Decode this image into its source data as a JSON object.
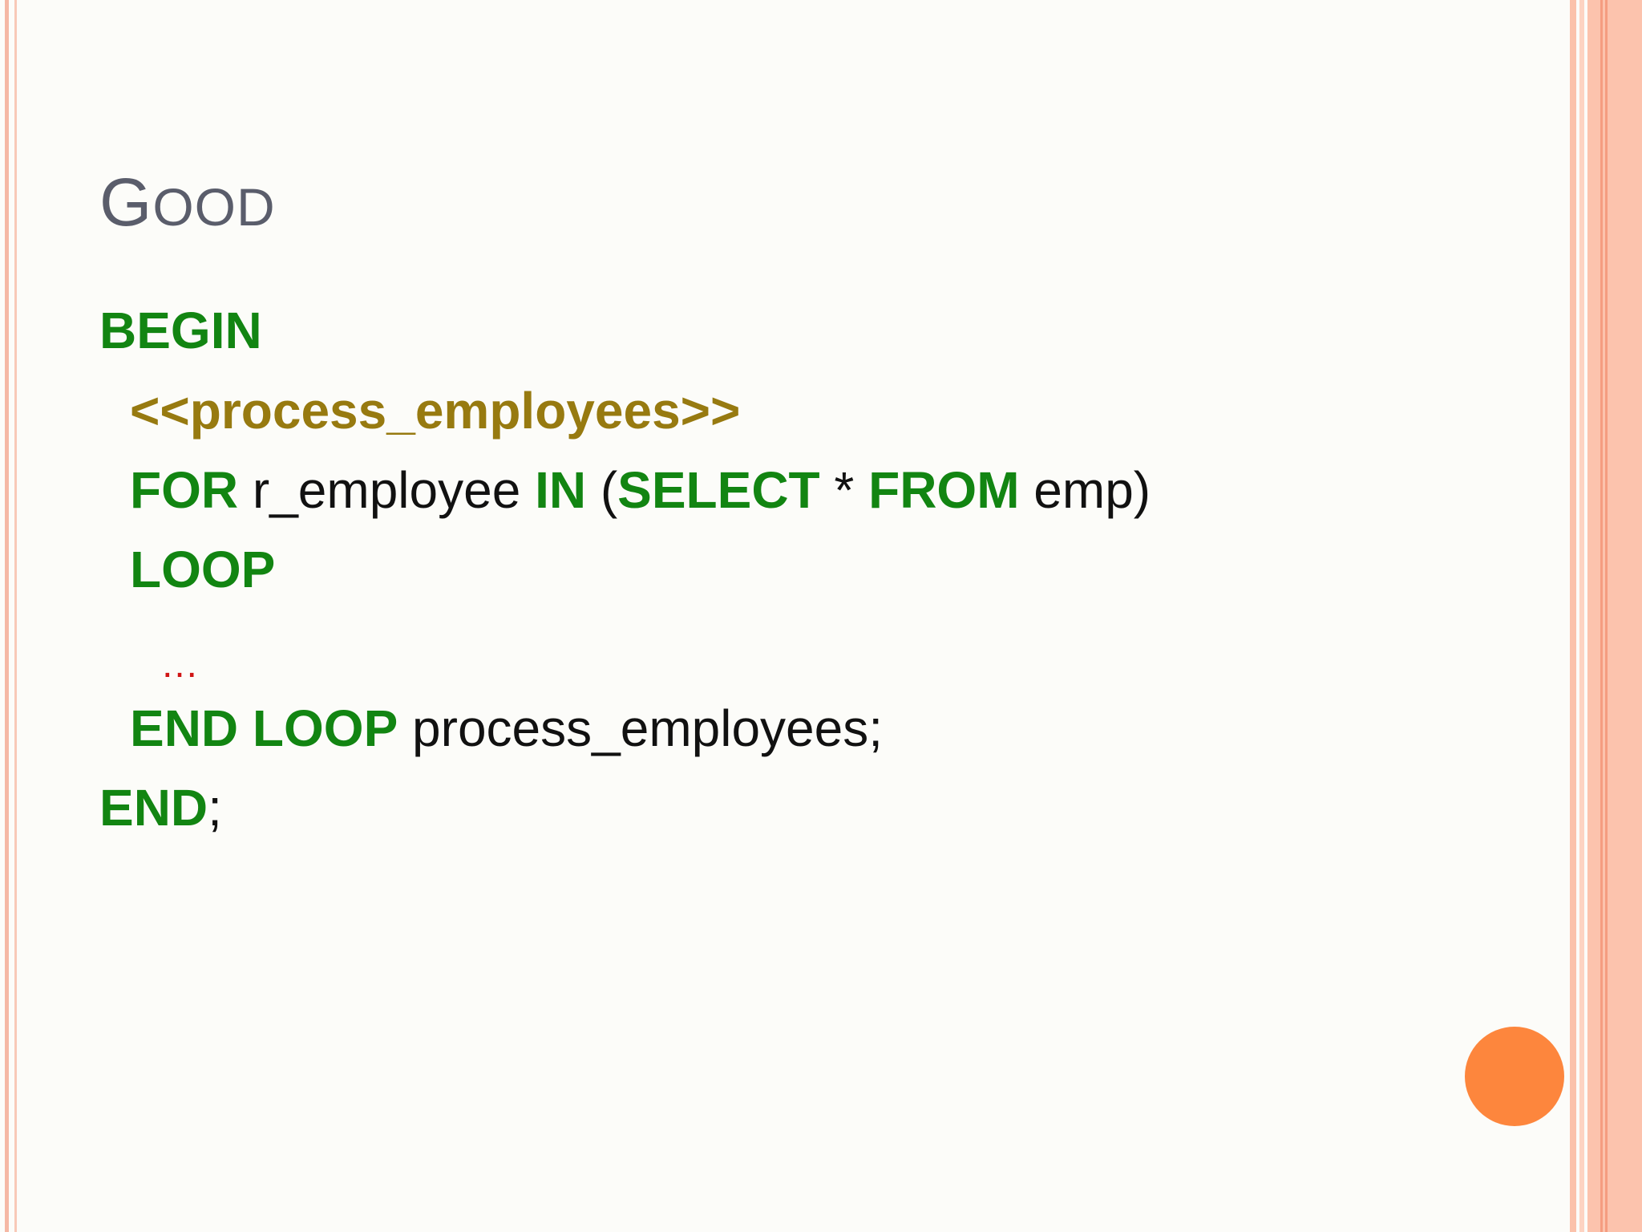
{
  "slide": {
    "title_first": "G",
    "title_rest": "OOD",
    "code": {
      "line1": {
        "kw": "BEGIN"
      },
      "line2": {
        "label": "<<process_employees>>"
      },
      "line3": {
        "kw_for": "FOR",
        "var": " r_employee ",
        "kw_in": "IN",
        "paren_open": " (",
        "kw_select": "SELECT",
        "star": " * ",
        "kw_from": "FROM",
        "rest": " emp)"
      },
      "line4": {
        "kw": "LOOP"
      },
      "line5": {
        "dots": "…"
      },
      "line6": {
        "kw": "END LOOP",
        "rest": " process_employees;"
      },
      "line7": {
        "kw": "END",
        "rest": ";"
      }
    }
  },
  "colors": {
    "keyword": "#128512",
    "label": "#977a10",
    "ellipsis": "#d01515",
    "title": "#5a5d6b",
    "accent_circle": "#fd863d"
  }
}
